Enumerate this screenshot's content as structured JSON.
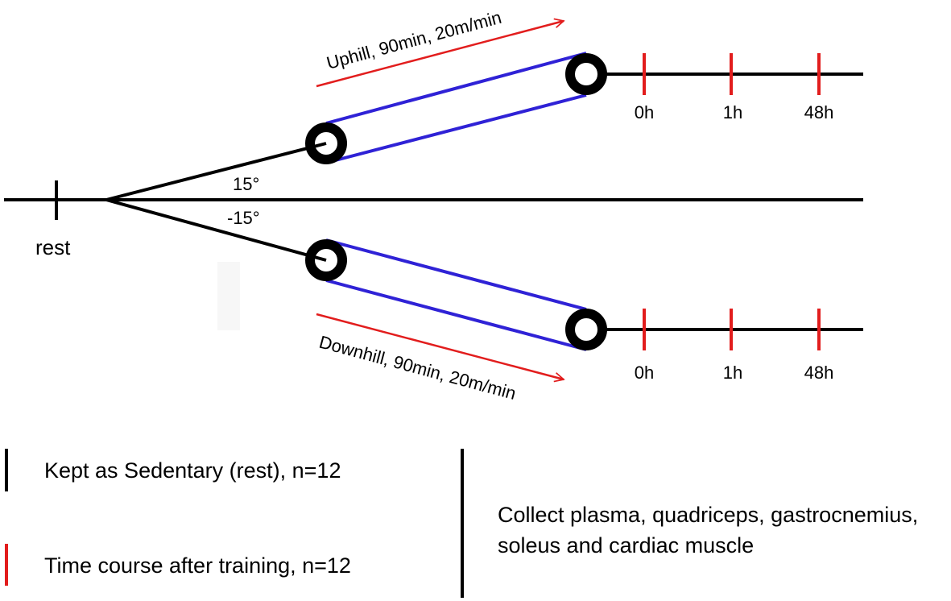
{
  "diagram": {
    "rest_label": "rest",
    "angles": {
      "uphill": "15°",
      "downhill": "-15°"
    },
    "uphill": {
      "label": "Uphill, 90min, 20m/min",
      "timepoints": [
        "0h",
        "1h",
        "48h"
      ]
    },
    "downhill": {
      "label": "Downhill, 90min, 20m/min",
      "timepoints": [
        "0h",
        "1h",
        "48h"
      ]
    }
  },
  "legend": {
    "sedentary": "Kept as Sedentary (rest), n=12",
    "time_course": "Time course after training, n=12",
    "collect_line1": "Collect plasma, quadriceps, gastrocnemius,",
    "collect_line2": "soleus and cardiac muscle"
  },
  "colors": {
    "line": "#000000",
    "treadmill": "#2f22d6",
    "arrow": "#e21d1d",
    "tick_red": "#e21d1d"
  }
}
